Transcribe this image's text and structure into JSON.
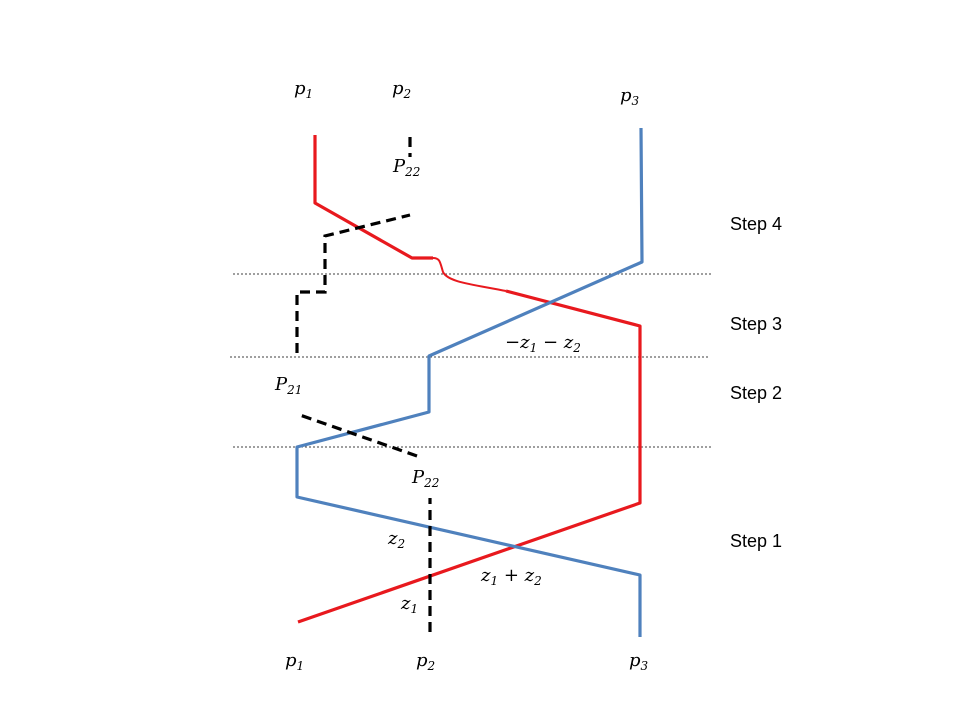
{
  "labels": {
    "top_p1": "p",
    "top_p1_sub": "1",
    "top_p2": "p",
    "top_p2_sub": "2",
    "top_p3": "p",
    "top_p3_sub": "3",
    "bot_p1": "p",
    "bot_p1_sub": "1",
    "bot_p2": "p",
    "bot_p2_sub": "2",
    "bot_p3": "p",
    "bot_p3_sub": "3",
    "P22_top": "P",
    "P22_top_sub": "22",
    "P21": "P",
    "P21_sub": "21",
    "P22_mid": "P",
    "P22_mid_sub": "22",
    "neg_z": "−z",
    "neg_z_sub1": "1",
    "neg_z_mid": " − z",
    "neg_z_sub2": "2",
    "z2": "z",
    "z2_sub": "2",
    "z1": "z",
    "z1_sub": "1",
    "z_sum": "z",
    "z_sum_sub1": "1",
    "z_sum_mid": " + z",
    "z_sum_sub2": "2"
  },
  "steps": {
    "step4": "Step 4",
    "step3": "Step 3",
    "step2": "Step 2",
    "step1": "Step 1"
  },
  "colors": {
    "red_path": "#e8191e",
    "blue_path": "#4f81bd",
    "black_path": "#000000"
  }
}
